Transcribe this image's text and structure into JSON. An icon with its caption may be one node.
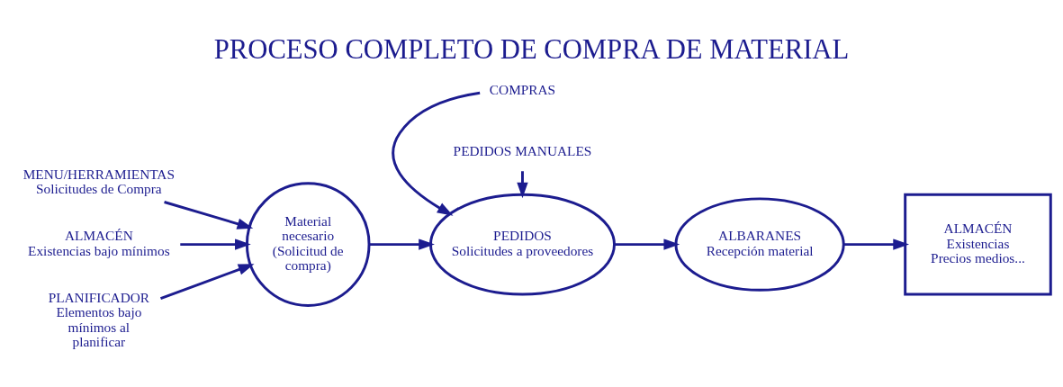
{
  "diagram": {
    "title": "PROCESO COMPLETO DE COMPRA DE MATERIAL",
    "nodes": [
      {
        "text": [
          "MENU/HERRAMIENTAS",
          "Solicitudes de Compra"
        ]
      },
      {
        "text": [
          "ALMACÉN",
          "Existencias bajo mínimos"
        ]
      },
      {
        "text": [
          "PLANIFICADOR",
          "Elementos bajo mínimos al planificar"
        ]
      },
      {
        "text": [
          "Material necesario (Solicitud de compra)"
        ]
      },
      {
        "text": [
          "COMPRAS"
        ]
      },
      {
        "text": [
          "PEDIDOS",
          "Solicitudes a proveedores"
        ]
      },
      {
        "text": [
          "PEDIDOS MANUALES"
        ]
      },
      {
        "text": [
          "ALBARANES",
          "Recepción material"
        ]
      },
      {
        "text": [
          "ALMACÉN",
          "Existencias",
          "Precios medios..."
        ]
      }
    ],
    "edges": [
      {
        "from": 0,
        "to": 3,
        "arrow": "to"
      },
      {
        "from": 1,
        "to": 3,
        "arrow": "to"
      },
      {
        "from": 2,
        "to": 3,
        "arrow": "to"
      },
      {
        "from": 3,
        "to": 5,
        "arrow": "to"
      },
      {
        "from": 4,
        "to": 5,
        "arrow": "to"
      },
      {
        "from": 6,
        "to": 5,
        "arrow": "to"
      },
      {
        "from": 5,
        "to": 7,
        "arrow": "to"
      },
      {
        "from": 7,
        "to": 8,
        "arrow": "to"
      }
    ]
  }
}
